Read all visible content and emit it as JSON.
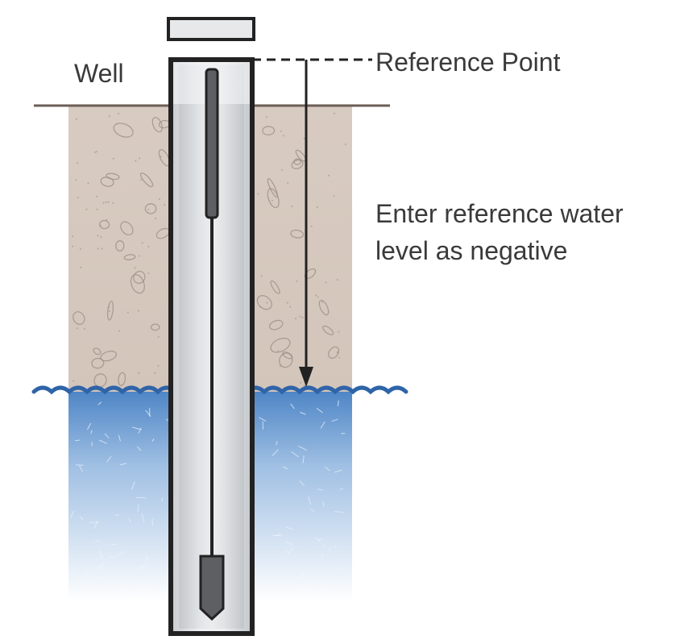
{
  "labels": {
    "well": "Well",
    "reference_point": "Reference Point",
    "instruction_line1": "Enter reference water",
    "instruction_line2": "level as negative"
  },
  "colors": {
    "soil": "#d6c8bd",
    "soil_speckle": "#9a8d84",
    "water_top": "#4f86c6",
    "water_bottom": "#ffffff",
    "casing": "#2a2a2a",
    "ground_line": "#6b5e56",
    "text": "#3a3a3a"
  },
  "icons": {
    "cap": "well-cap-icon",
    "transducer": "pressure-transducer-icon"
  }
}
